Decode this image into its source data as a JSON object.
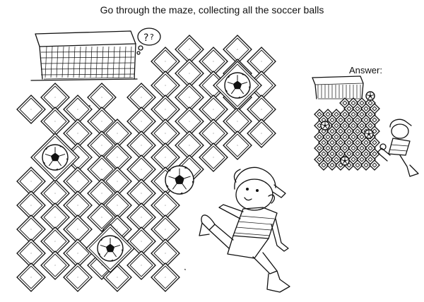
{
  "title": "Go through the maze, collecting all the soccer balls",
  "answer_label": "Answer:",
  "question_marks": "?",
  "colors": {
    "ink": "#111111",
    "paper": "#ffffff"
  },
  "icons": [
    "soccer-goal",
    "soccer-ball",
    "direction-arrow",
    "start-arrow",
    "finish-arrow",
    "boy-kicking-ball",
    "thought-bubble"
  ]
}
